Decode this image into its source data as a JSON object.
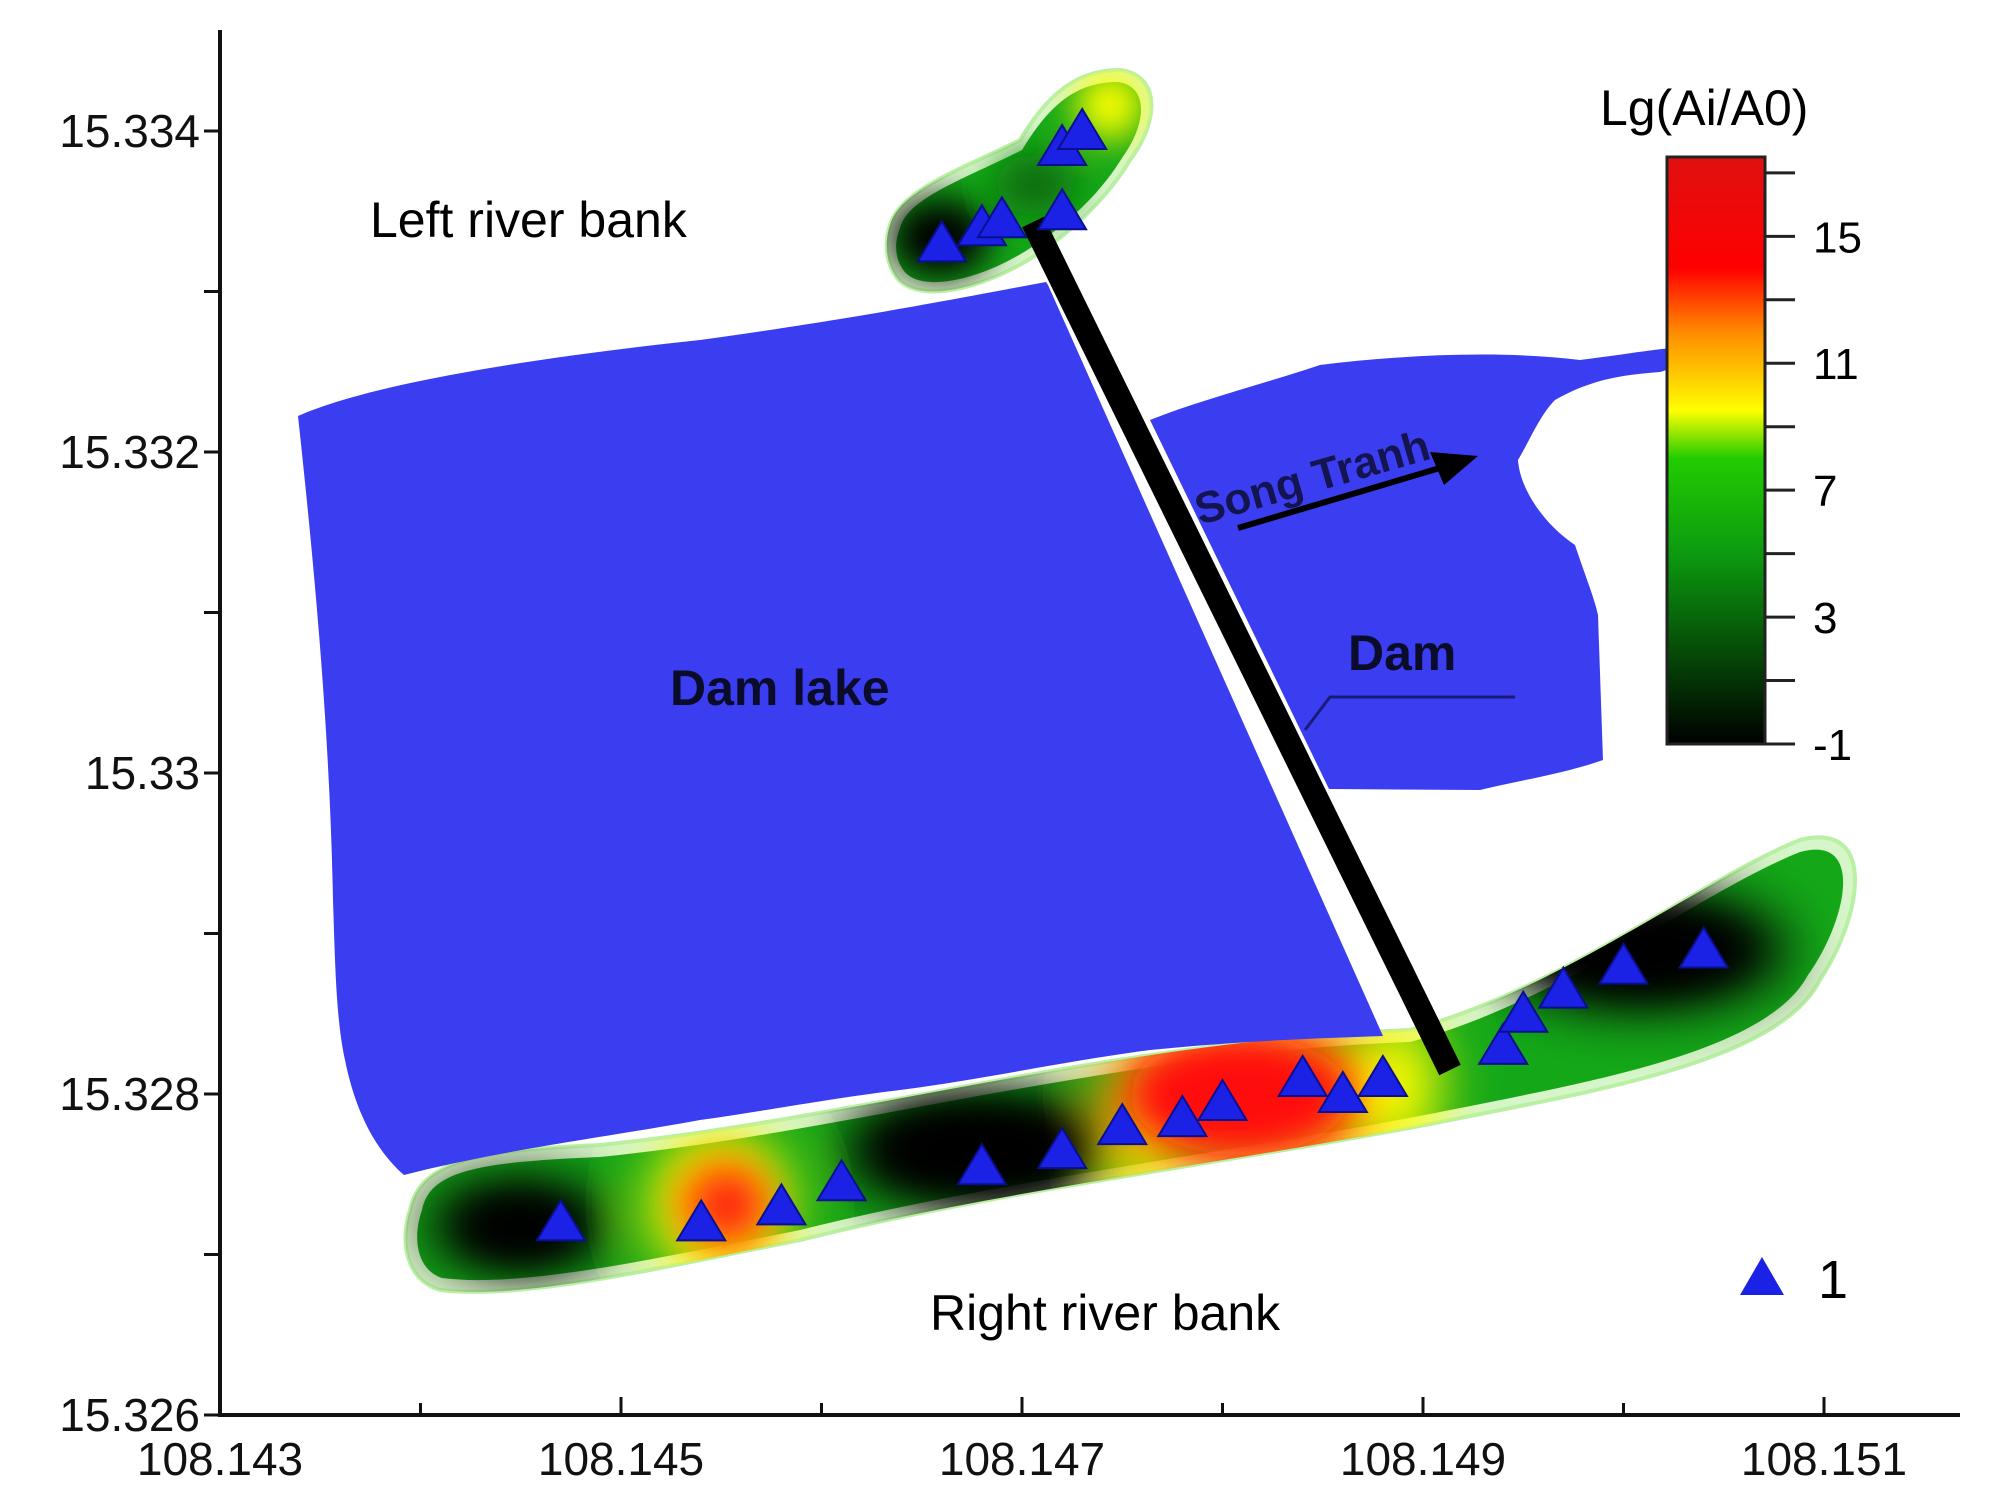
{
  "map": {
    "labels": {
      "left_bank": "Left river bank",
      "right_bank": "Right river bank",
      "lake": "Dam lake",
      "river": "Song Tranh",
      "dam": "Dam"
    },
    "x_axis": {
      "range": [
        108.143,
        108.1515
      ],
      "ticks": [
        108.143,
        108.145,
        108.147,
        108.149,
        108.151
      ],
      "tick_labels": [
        "108.143",
        "108.145",
        "108.147",
        "108.149",
        "108.151"
      ]
    },
    "y_axis": {
      "range": [
        15.326,
        15.3345
      ],
      "ticks": [
        15.326,
        15.328,
        15.33,
        15.332,
        15.334
      ],
      "tick_labels": [
        "15.326",
        "15.328",
        "15.33",
        "15.332",
        "15.334"
      ]
    },
    "color_scale": {
      "title": "Lg(Ai/A0)",
      "range": [
        -1,
        17.5
      ],
      "tick_values": [
        15,
        11,
        7,
        3,
        -1
      ],
      "tick_labels": [
        "15",
        "11",
        "7",
        "3",
        "-1"
      ],
      "stops": [
        {
          "value": -1,
          "color": "#000000"
        },
        {
          "value": 5,
          "color": "#0c9a10"
        },
        {
          "value": 8,
          "color": "#22cc00"
        },
        {
          "value": 9.5,
          "color": "#ffff00"
        },
        {
          "value": 12,
          "color": "#ff8a00"
        },
        {
          "value": 14,
          "color": "#ff0000"
        },
        {
          "value": 17.5,
          "color": "#e01010"
        }
      ]
    },
    "legend": {
      "symbol": "blue-triangle",
      "label": "1"
    },
    "colors": {
      "lake": "#3a3ef0",
      "dam": "#000000",
      "marker": "#1b22e6"
    },
    "stations": [
      {
        "lon": 108.1466,
        "lat": 15.3333
      },
      {
        "lon": 108.1468,
        "lat": 15.3334
      },
      {
        "lon": 108.1469,
        "lat": 15.33345
      },
      {
        "lon": 108.1472,
        "lat": 15.3339
      },
      {
        "lon": 108.1473,
        "lat": 15.334
      },
      {
        "lon": 108.1472,
        "lat": 15.3335
      },
      {
        "lon": 108.1447,
        "lat": 15.3272
      },
      {
        "lon": 108.1454,
        "lat": 15.3272
      },
      {
        "lon": 108.1458,
        "lat": 15.3273
      },
      {
        "lon": 108.1461,
        "lat": 15.32745
      },
      {
        "lon": 108.1468,
        "lat": 15.32755
      },
      {
        "lon": 108.1472,
        "lat": 15.32765
      },
      {
        "lon": 108.1475,
        "lat": 15.3278
      },
      {
        "lon": 108.1478,
        "lat": 15.32785
      },
      {
        "lon": 108.148,
        "lat": 15.32795
      },
      {
        "lon": 108.1484,
        "lat": 15.3281
      },
      {
        "lon": 108.1486,
        "lat": 15.328
      },
      {
        "lon": 108.1488,
        "lat": 15.3281
      },
      {
        "lon": 108.1494,
        "lat": 15.3283
      },
      {
        "lon": 108.1495,
        "lat": 15.3285
      },
      {
        "lon": 108.1497,
        "lat": 15.32865
      },
      {
        "lon": 108.15,
        "lat": 15.3288
      },
      {
        "lon": 108.1504,
        "lat": 15.3289
      }
    ]
  }
}
